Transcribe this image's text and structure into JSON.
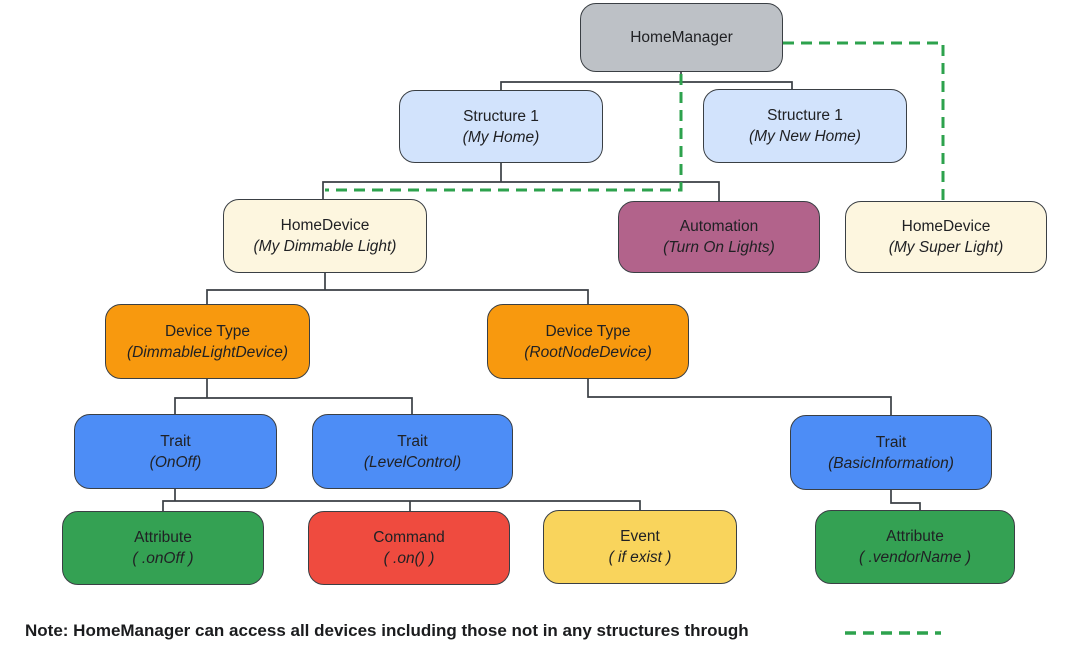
{
  "colors": {
    "outline": "#3a3f44",
    "text": "#202124",
    "gray": "#bdc1c6",
    "light_blue": "#d2e3fc",
    "cream": "#fdf6df",
    "mauve": "#b2638b",
    "orange": "#f8990e",
    "blue": "#4d8df6",
    "green": "#34a153",
    "red": "#ef4b3f",
    "yellow": "#f9d45c",
    "dashed_green": "#2da24d"
  },
  "nodes": {
    "home_manager": {
      "title": "HomeManager"
    },
    "structure_my_home": {
      "title": "Structure 1",
      "subtitle": "(My Home)"
    },
    "structure_my_new_home": {
      "title": "Structure 1",
      "subtitle": "(My New Home)"
    },
    "home_device_dimmable": {
      "title": "HomeDevice",
      "subtitle": "(My Dimmable Light)"
    },
    "automation": {
      "title": "Automation",
      "subtitle": "(Turn On Lights)"
    },
    "home_device_super": {
      "title": "HomeDevice",
      "subtitle": "(My Super Light)"
    },
    "device_type_dimmable": {
      "title": "Device Type",
      "subtitle": "(DimmableLightDevice)"
    },
    "device_type_rootnode": {
      "title": "Device Type",
      "subtitle": "(RootNodeDevice)"
    },
    "trait_onoff": {
      "title": "Trait",
      "subtitle": "(OnOff)"
    },
    "trait_levelcontrol": {
      "title": "Trait",
      "subtitle": "(LevelControl)"
    },
    "trait_basicinfo": {
      "title": "Trait",
      "subtitle": "(BasicInformation)"
    },
    "attribute_onoff": {
      "title": "Attribute",
      "subtitle": "( .onOff )"
    },
    "command_on": {
      "title": "Command",
      "subtitle": "( .on() )"
    },
    "event_ifexist": {
      "title": "Event",
      "subtitle": "( if exist )"
    },
    "attribute_vendorname": {
      "title": "Attribute",
      "subtitle": "( .vendorName )"
    }
  },
  "note": {
    "text": "Note: HomeManager can access all devices including those not in any structures through"
  }
}
